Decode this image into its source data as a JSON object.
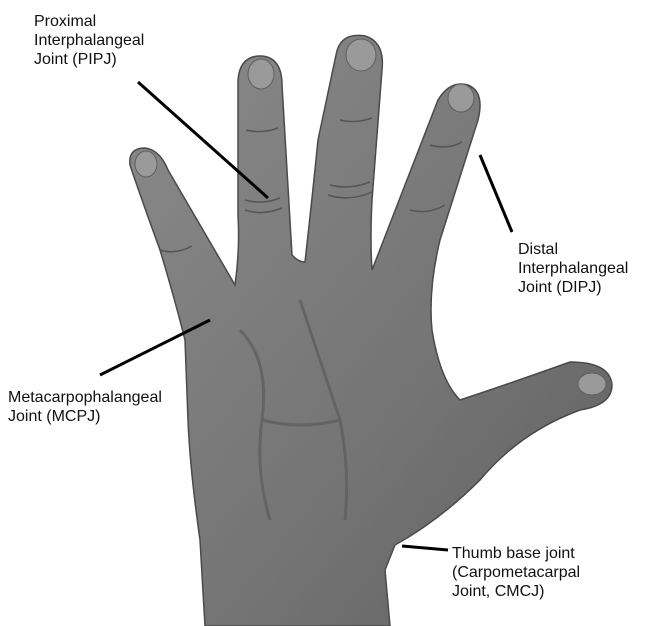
{
  "labels": {
    "pipj": [
      "Proximal",
      "Interphalangeal",
      "Joint (PIPJ)"
    ],
    "dipj": [
      "Distal",
      "Interphalangeal",
      "Joint (DIPJ)"
    ],
    "mcpj": [
      "Metacarpophalangeal",
      "Joint (MCPJ)"
    ],
    "cmcj": [
      "Thumb base joint",
      "(Carpometacarpal",
      "Joint, CMCJ)"
    ]
  },
  "colors": {
    "skin": "#7c7c7c",
    "skin_dark": "#5e5e5e",
    "nail": "#9a9a9a",
    "leader": "#000000",
    "text": "#111111",
    "background": "#ffffff"
  }
}
